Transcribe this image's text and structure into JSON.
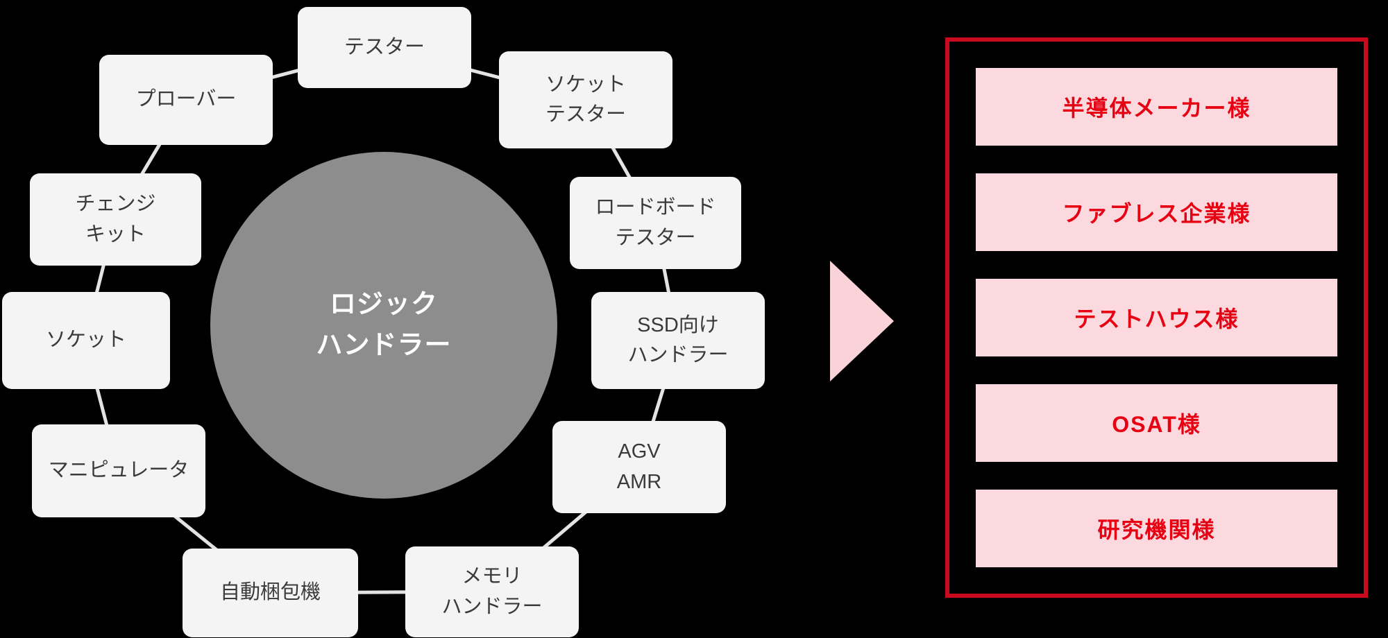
{
  "diagram": {
    "center": {
      "label": "ロジック\nハンドラー"
    },
    "satellites": [
      {
        "id": "tester",
        "label": "テスター"
      },
      {
        "id": "socket-tester",
        "label": "ソケット\nテスター"
      },
      {
        "id": "load-board-tester",
        "label": "ロードボード\nテスター"
      },
      {
        "id": "ssd-handler",
        "label": "SSD向け\nハンドラー"
      },
      {
        "id": "agv-amr",
        "label": "AGV\nAMR"
      },
      {
        "id": "memory-handler",
        "label": "メモリ\nハンドラー"
      },
      {
        "id": "packing-machine",
        "label": "自動梱包機"
      },
      {
        "id": "manipulator",
        "label": "マニピュレータ"
      },
      {
        "id": "socket",
        "label": "ソケット"
      },
      {
        "id": "change-kit",
        "label": "チェンジ\nキット"
      },
      {
        "id": "prober",
        "label": "プローバー"
      }
    ]
  },
  "customers": {
    "items": [
      {
        "label": "半導体メーカー様"
      },
      {
        "label": "ファブレス企業様"
      },
      {
        "label": "テストハウス様"
      },
      {
        "label": "OSAT様"
      },
      {
        "label": "研究機関様"
      }
    ]
  },
  "colors": {
    "background": "#000000",
    "node_fill": "#f4f4f4",
    "node_text": "#3a3a3a",
    "circle_fill": "#8d8d8d",
    "circle_text": "#ffffff",
    "connector": "#e3e3e3",
    "arrow_fill": "#f9d3d8",
    "panel_border": "#c9091e",
    "customer_fill": "#fbd9de",
    "customer_text": "#e60012"
  }
}
